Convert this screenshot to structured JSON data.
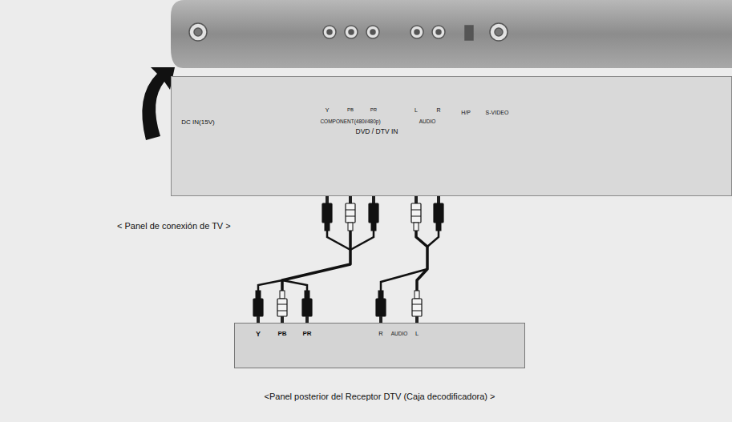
{
  "diagram": {
    "caption": "<Panel posterior del Receptor DTV (Caja decodificadora) >",
    "nodes": [
      {
        "text": [
          "< Panel de conexión de TV >"
        ]
      },
      {
        "text": [
          "<Panel posterior del Receptor DTV (Caja decodificadora) >"
        ]
      }
    ],
    "edges": [
      {
        "from": 0,
        "to": 1,
        "arrow": "none"
      },
      {
        "from": 0,
        "to": 1,
        "arrow": "none"
      }
    ],
    "labels": [
      "DC IN(15V)",
      "Y",
      "PB",
      "PR",
      "COMPONENT(480i/480p)",
      "L",
      "R",
      "AUDIO",
      "DVD / DTV IN",
      "H/P",
      "S-VIDEO",
      "Y",
      "PB",
      "PR",
      "R",
      "AUDIO",
      "L"
    ]
  }
}
